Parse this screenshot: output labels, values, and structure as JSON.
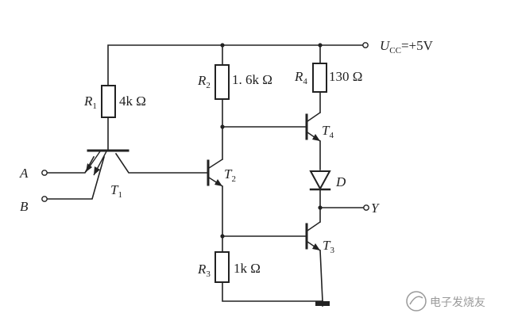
{
  "supply": {
    "symbol": "U",
    "sub": "CC",
    "value": "=+5V"
  },
  "inputs": {
    "a": "A",
    "b": "B"
  },
  "output": "Y",
  "resistors": {
    "r1": {
      "name": "R",
      "sub": "1",
      "value": "4k Ω"
    },
    "r2": {
      "name": "R",
      "sub": "2",
      "value": "1. 6k Ω"
    },
    "r3": {
      "name": "R",
      "sub": "3",
      "value": "1k Ω"
    },
    "r4": {
      "name": "R",
      "sub": "4",
      "value": "130 Ω"
    }
  },
  "transistors": {
    "t1": {
      "name": "T",
      "sub": "1"
    },
    "t2": {
      "name": "T",
      "sub": "2"
    },
    "t3": {
      "name": "T",
      "sub": "3"
    },
    "t4": {
      "name": "T",
      "sub": "4"
    }
  },
  "diode": "D",
  "watermark": "电子发烧友",
  "colors": {
    "ink": "#222222",
    "watermark": "#9a9a9a"
  }
}
